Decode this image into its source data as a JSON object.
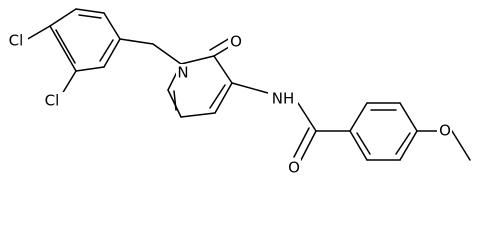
{
  "molecule": {
    "labels": {
      "cl_upper": "Cl",
      "cl_lower": "Cl",
      "n_ring": "N",
      "o_ring_carbonyl": "O",
      "nh_amide": "NH",
      "o_amide_carbonyl": "O",
      "o_methoxy": "O"
    },
    "colors": {
      "bond": "#000000",
      "text": "#000000",
      "background": "#ffffff"
    }
  }
}
